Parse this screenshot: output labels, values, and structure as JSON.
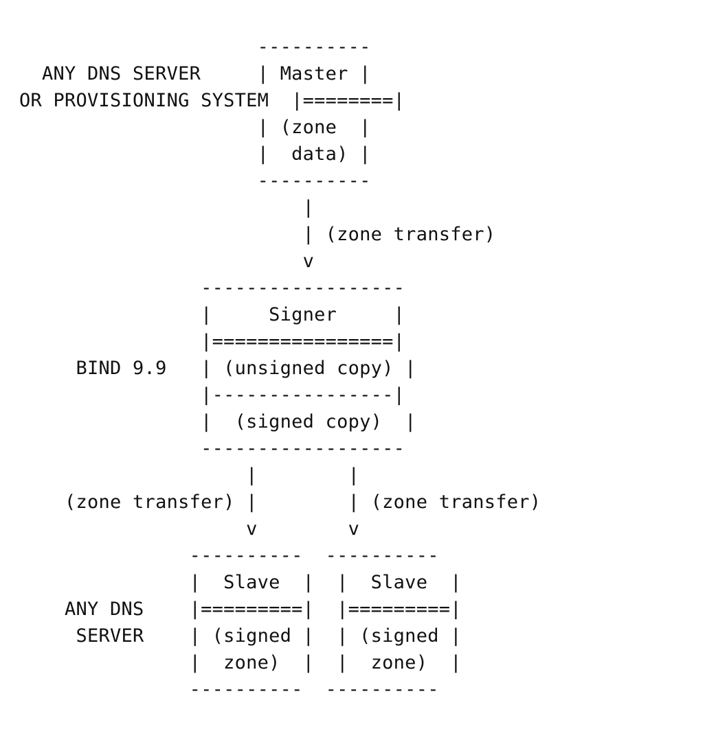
{
  "diagram": {
    "lines": [
      "                     ----------",
      "  ANY DNS SERVER     | Master |",
      "OR PROVISIONING SYSTEM  |========|",
      "                     | (zone  |",
      "                     |  data) |",
      "                     ----------",
      "                         |",
      "                         | (zone transfer)",
      "                         v",
      "                ------------------",
      "                |     Signer     |",
      "                |================|",
      "     BIND 9.9   | (unsigned copy) |",
      "                |----------------|",
      "                |  (signed copy)  |",
      "                ------------------",
      "                    |        |",
      "    (zone transfer) |        | (zone transfer)",
      "                    v        v",
      "               ----------  ----------",
      "               |  Slave  |  |  Slave  |",
      "    ANY DNS    |=========|  |=========|",
      "     SERVER    | (signed |  | (signed |",
      "               |  zone)  |  |  zone)  |",
      "               ----------  ----------"
    ]
  }
}
